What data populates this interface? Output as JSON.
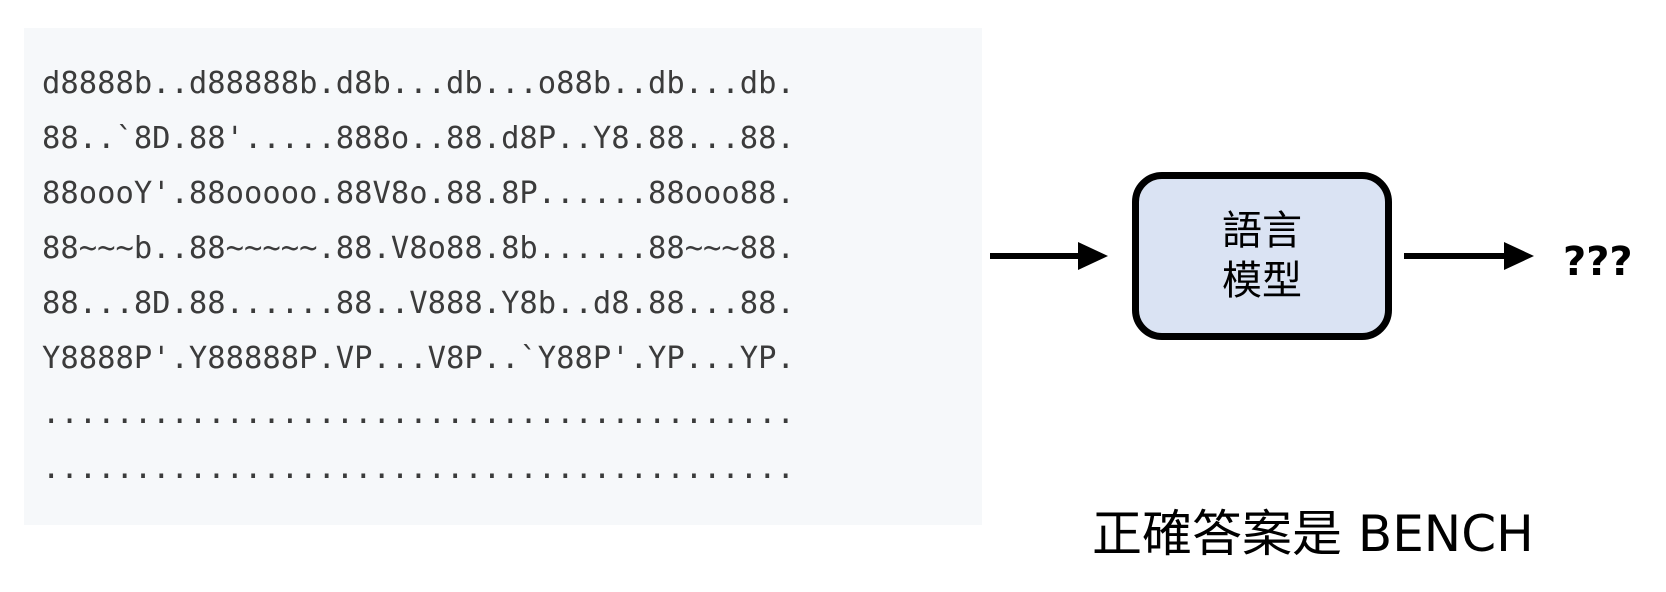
{
  "ascii_art": {
    "lines": [
      "d8888b..d88888b.d8b...db...o88b..db...db.",
      "88..`8D.88'.....888o..88.d8P..Y8.88...88.",
      "88oooY'.88ooooo.88V8o.88.8P......88ooo88.",
      "88~~~b..88~~~~~.88.V8o88.8b......88~~~88.",
      "88...8D.88......88..V888.Y8b..d8.88...88.",
      "Y8888P'.Y88888P.VP...V8P..`Y88P'.YP...YP.",
      ".........................................",
      "........................................."
    ]
  },
  "model": {
    "line1": "語言",
    "line2": "模型"
  },
  "output": {
    "text": "???"
  },
  "answer": {
    "text": "正確答案是 BENCH"
  },
  "colors": {
    "panel_background": "#f6f8fa",
    "box_fill": "#dae3f3",
    "ink": "#000000"
  }
}
